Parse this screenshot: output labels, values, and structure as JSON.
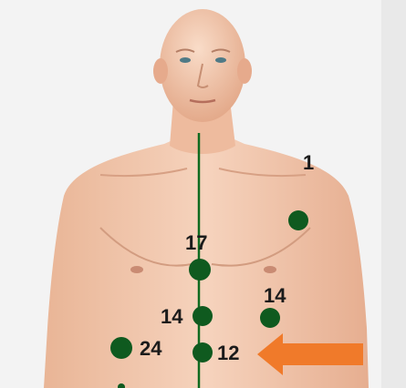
{
  "points": [
    {
      "id": "p1",
      "label": "1"
    },
    {
      "id": "p17",
      "label": "17"
    },
    {
      "id": "p14-center",
      "label": "14"
    },
    {
      "id": "p14-right",
      "label": "14"
    },
    {
      "id": "p24",
      "label": "24"
    },
    {
      "id": "p12",
      "label": "12"
    }
  ],
  "colors": {
    "point": "#0f5a1f",
    "meridian": "#0f6a1f",
    "arrow": "#f07a2a",
    "skin": "#f2c4a8",
    "skin_shadow": "#d9a58a"
  },
  "icons": {
    "indicator": "arrow-left-icon"
  }
}
